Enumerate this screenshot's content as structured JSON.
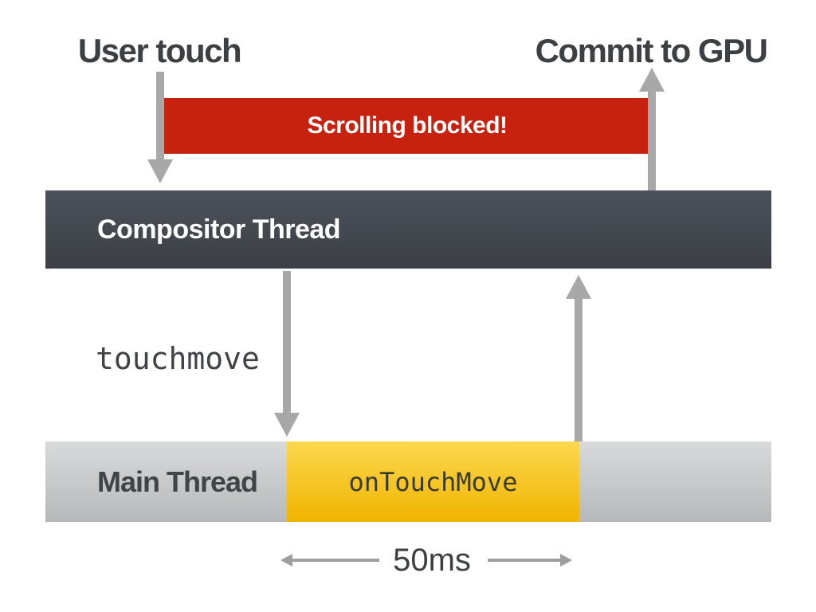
{
  "diagram": {
    "title_left": "User touch",
    "title_right": "Commit to GPU",
    "banner": "Scrolling blocked!",
    "compositor_bar": "Compositor Thread",
    "event": "touchmove",
    "main_bar": "Main Thread",
    "handler": "onTouchMove",
    "duration": "50ms"
  },
  "icons": [
    "down-arrow-icon (user touch to compositor)",
    "up-arrow-icon (compositor to GPU commit)",
    "down-arrow-icon (touchmove dispatch to main thread)",
    "up-arrow-icon (main thread reply to compositor)",
    "left-arrow-icon (duration start)",
    "right-arrow-icon (duration end)"
  ],
  "colors": {
    "blocked_red": "#c6220f",
    "compositor_top": "#4d525a",
    "compositor_bottom": "#3b3f45",
    "main_top": "#d9dadb",
    "main_bottom": "#b6b9b9",
    "busy_top": "#fcd850",
    "busy_bottom": "#f0b400",
    "arrow_gray": "#a8a8a8",
    "arrow_gray_thin": "#9e9e9e",
    "text_dark": "#3c4043"
  }
}
